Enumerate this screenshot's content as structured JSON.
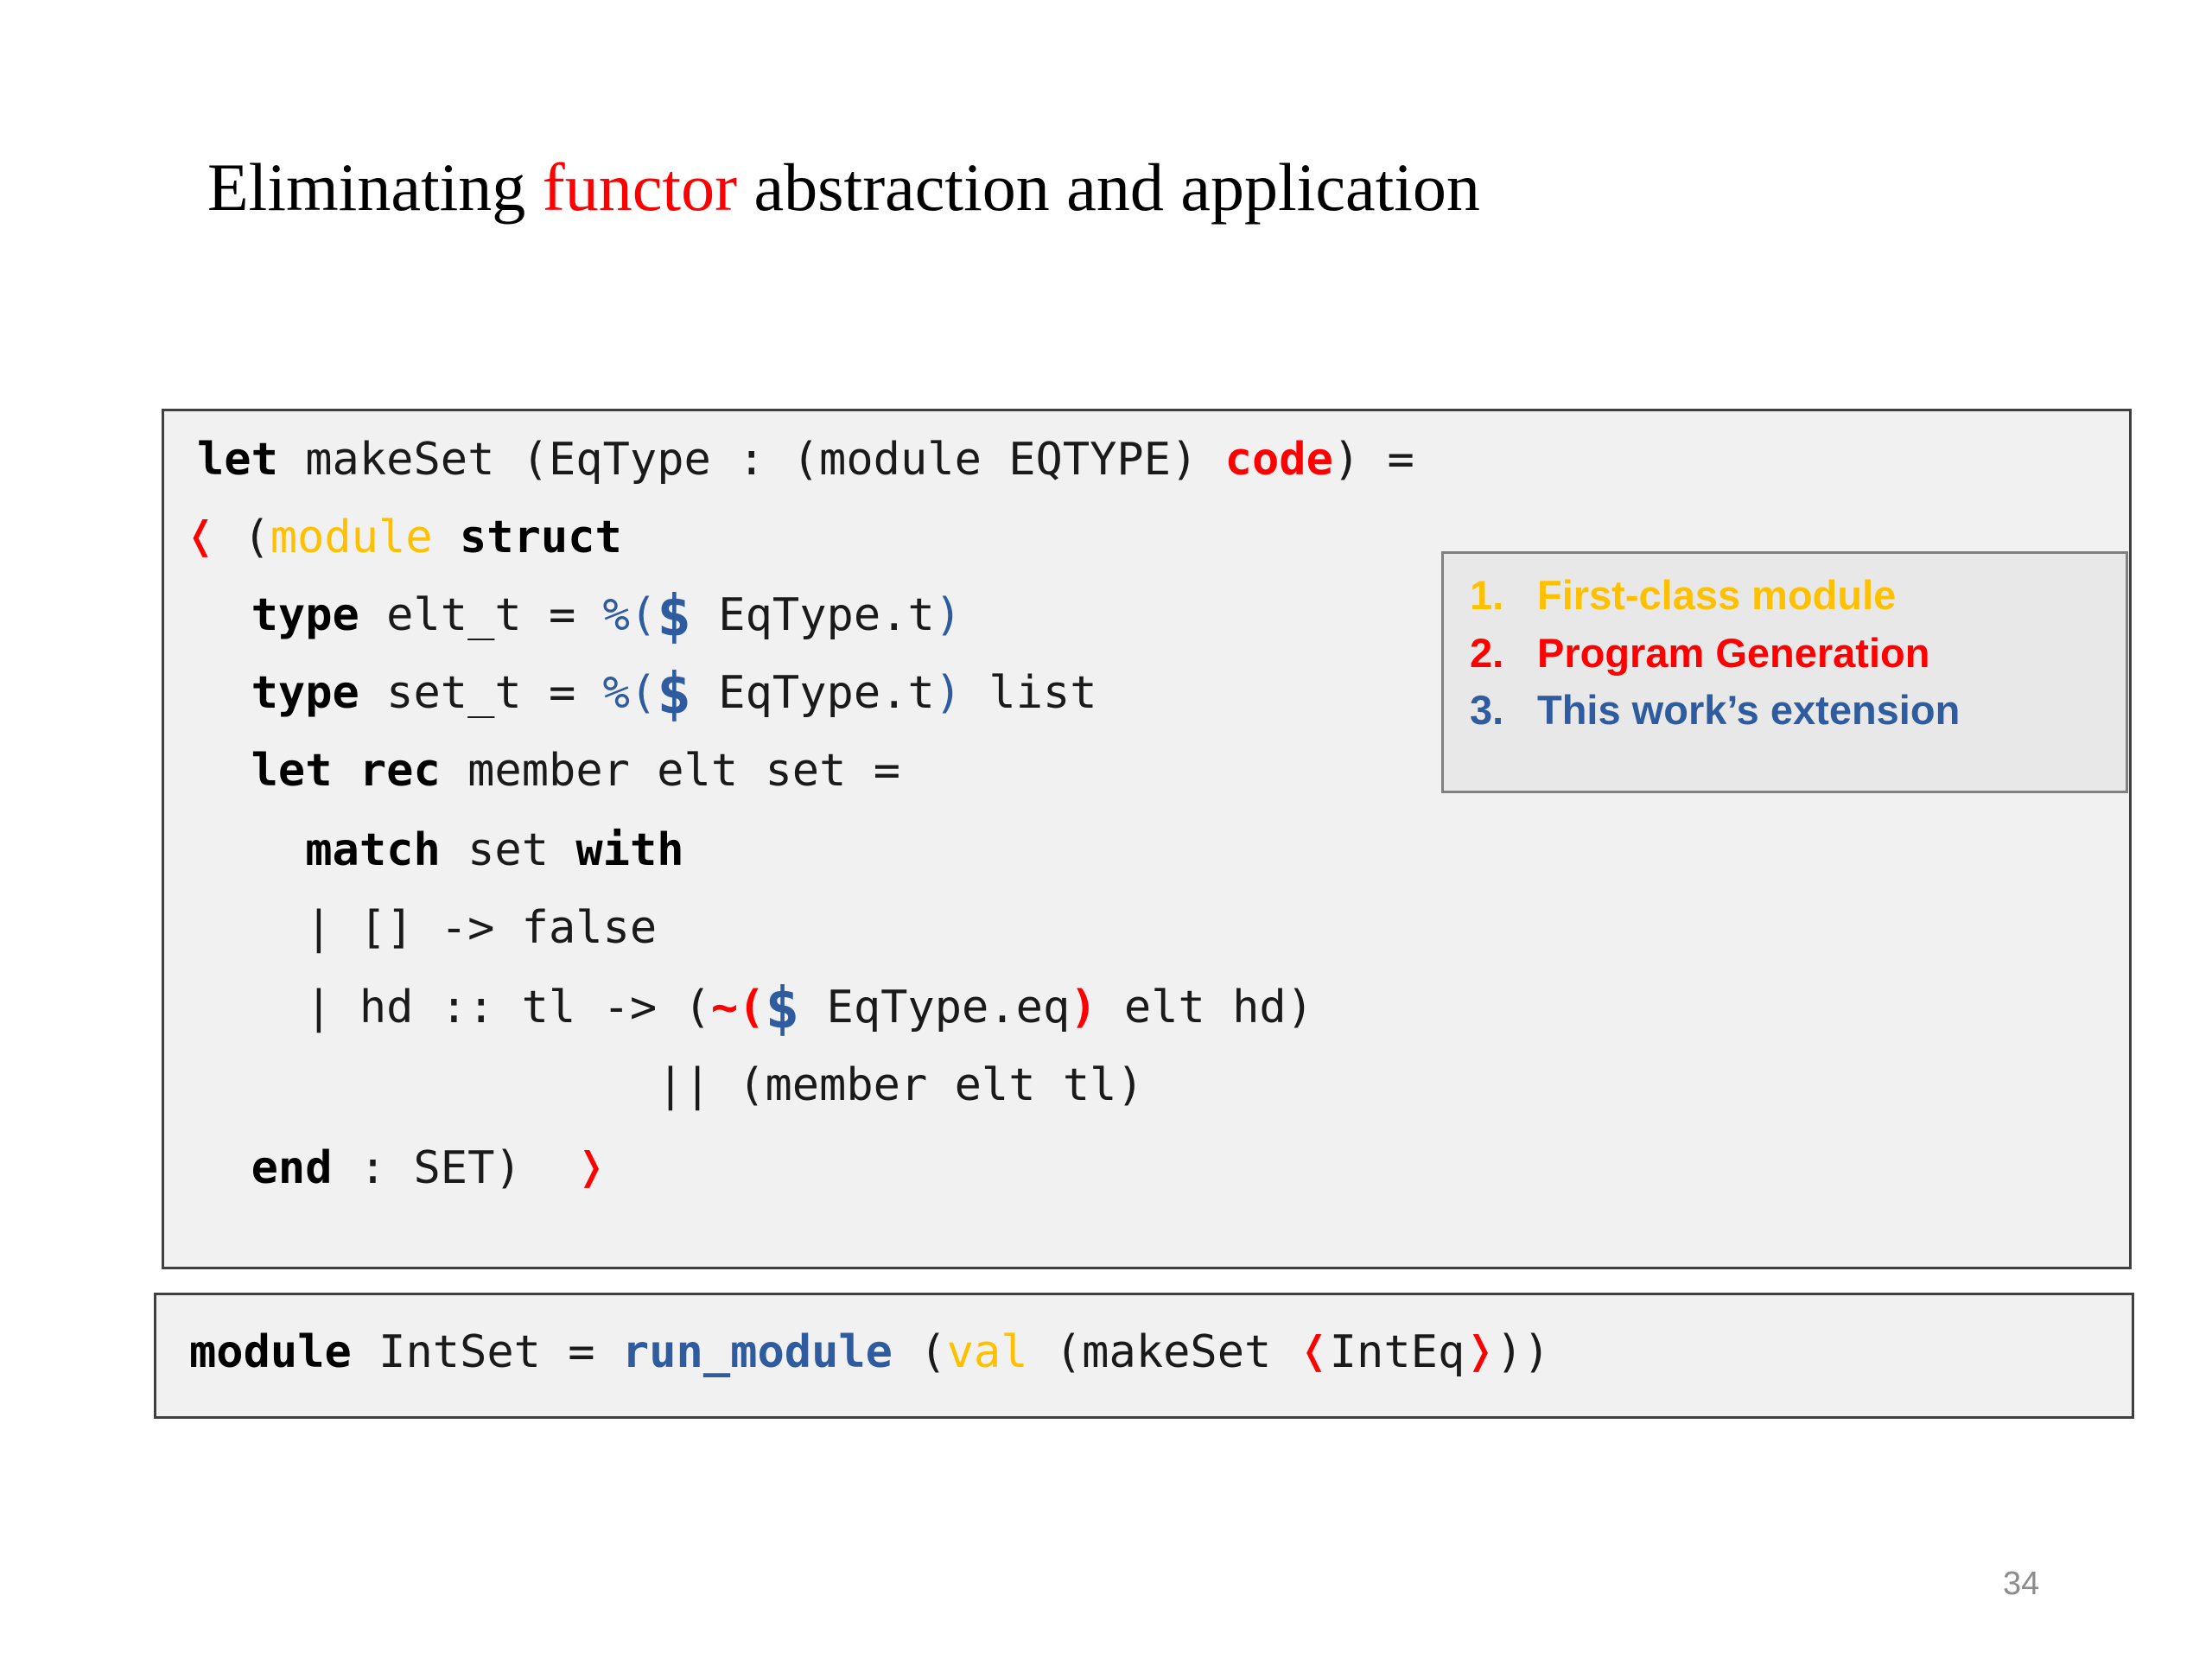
{
  "slide": {
    "title_before": "Eliminating ",
    "title_highlight": "functor",
    "title_after": " abstraction and application",
    "page_number": "34"
  },
  "colors": {
    "red": "#FF0000",
    "gold": "#FFC000",
    "blue": "#2E5C9E",
    "code_background": "#F1F1F1",
    "code_border": "#3F3F3F",
    "legend_background": "#E8E8E8",
    "legend_border": "#808080",
    "page_number": "#8C8C8C"
  },
  "main_code": {
    "line1": {
      "kw_let": "let",
      "t1": " makeSet (EqType : (module EQTYPE) ",
      "code_kw": "code",
      "t2": ") ="
    },
    "line2": {
      "open_quote": "❬",
      "t1": " (",
      "module_kw": "module",
      "t2": " ",
      "struct_kw": "struct"
    },
    "line3": {
      "indent": "  ",
      "type_kw": "type",
      "t1": " elt_t = ",
      "percent_open": "%(",
      "dollar": "$",
      "t2": " EqType.t",
      "close_paren": ")"
    },
    "line4": {
      "indent": "  ",
      "type_kw": "type",
      "t1": " set_t = ",
      "percent_open": "%(",
      "dollar": "$",
      "t2": " EqType.t",
      "close_paren": ")",
      "t3": " list"
    },
    "line5": {
      "indent": "  ",
      "let_kw": "let",
      "t1": " ",
      "rec_kw": "rec",
      "t2": " member elt set ="
    },
    "line6": {
      "indent": "    ",
      "match_kw": "match",
      "t1": " set ",
      "with_kw": "with"
    },
    "line7": {
      "text": "    | [] -> false"
    },
    "line8": {
      "t1": "    | hd :: tl -> (",
      "tilde_open": "~(",
      "dollar": "$",
      "t2": " EqType.eq",
      "close_paren": ")",
      "t3": " elt hd)"
    },
    "line9": {
      "text": "                 || (member elt tl)"
    },
    "line10": {
      "indent": "  ",
      "end_kw": "end",
      "t1": " : SET)  ",
      "close_quote": "❭"
    }
  },
  "bottom_code": {
    "module_kw": "module",
    "t1": " IntSet = ",
    "run_module": "run_module",
    "t2": " (",
    "val_kw": "val",
    "t3": " (makeSet ",
    "open_angle": "❬",
    "t4": "IntEq",
    "close_angle": "❭",
    "t5": "))"
  },
  "legend": {
    "items": [
      {
        "num": "1.",
        "label": "First-class module",
        "color_name": "gold"
      },
      {
        "num": "2.",
        "label": "Program Generation",
        "color_name": "red"
      },
      {
        "num": "3.",
        "label": "This work’s extension",
        "color_name": "blue"
      }
    ]
  }
}
